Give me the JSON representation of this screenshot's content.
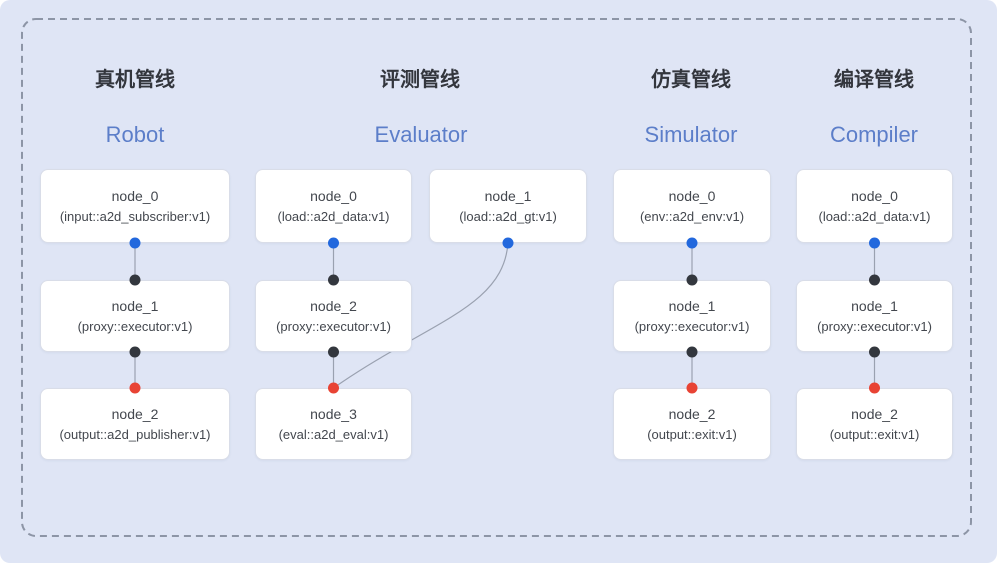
{
  "colors": {
    "bg": "#dfe5f5",
    "frame": "#8d95a6",
    "edge": "#9aa1b0",
    "card-bg": "#ffffff",
    "card-border": "#d9dde8",
    "node-text": "#43474e",
    "title-zh": "#33363d",
    "title-en": "#5c7ec9",
    "dot-blue": "#2268dd",
    "dot-gray": "#33373e",
    "dot-red": "#e84334"
  },
  "pipelines": [
    {
      "title_zh": "真机管线",
      "title_en": "Robot",
      "nodes": [
        {
          "name": "node_0",
          "type": "(input::a2d_subscriber:v1)"
        },
        {
          "name": "node_1",
          "type": "(proxy::executor:v1)"
        },
        {
          "name": "node_2",
          "type": "(output::a2d_publisher:v1)"
        }
      ]
    },
    {
      "title_zh": "评测管线",
      "title_en": "Evaluator",
      "nodes": [
        {
          "name": "node_0",
          "type": "(load::a2d_data:v1)"
        },
        {
          "name": "node_1",
          "type": "(load::a2d_gt:v1)"
        },
        {
          "name": "node_2",
          "type": "(proxy::executor:v1)"
        },
        {
          "name": "node_3",
          "type": "(eval::a2d_eval:v1)"
        }
      ]
    },
    {
      "title_zh": "仿真管线",
      "title_en": "Simulator",
      "nodes": [
        {
          "name": "node_0",
          "type": "(env::a2d_env:v1)"
        },
        {
          "name": "node_1",
          "type": "(proxy::executor:v1)"
        },
        {
          "name": "node_2",
          "type": "(output::exit:v1)"
        }
      ]
    },
    {
      "title_zh": "编译管线",
      "title_en": "Compiler",
      "nodes": [
        {
          "name": "node_0",
          "type": "(load::a2d_data:v1)"
        },
        {
          "name": "node_1",
          "type": "(proxy::executor:v1)"
        },
        {
          "name": "node_2",
          "type": "(output::exit:v1)"
        }
      ]
    }
  ]
}
